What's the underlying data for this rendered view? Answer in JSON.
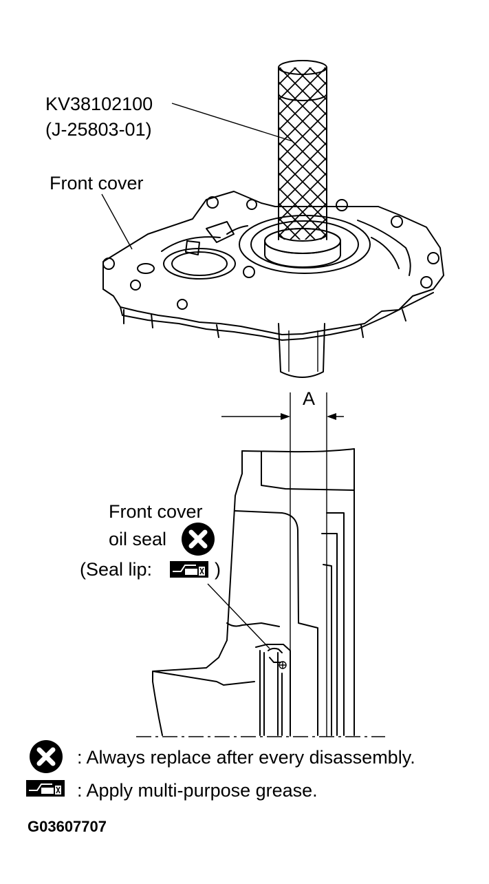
{
  "tool": {
    "part_number": "KV38102100",
    "alt_number": "(J-25803-01)"
  },
  "labels": {
    "front_cover": "Front cover",
    "dimension": "A",
    "oil_seal_line1": "Front cover",
    "oil_seal_line2": "oil seal",
    "seal_lip_prefix": "(Seal lip:",
    "seal_lip_suffix": ")"
  },
  "legend": {
    "replace_text": ": Always replace after every disassembly.",
    "grease_text": ": Apply multi-purpose grease."
  },
  "figure_code": "G03607707",
  "icons": {
    "replace": "x-circle-icon",
    "grease": "grease-gun-icon"
  }
}
